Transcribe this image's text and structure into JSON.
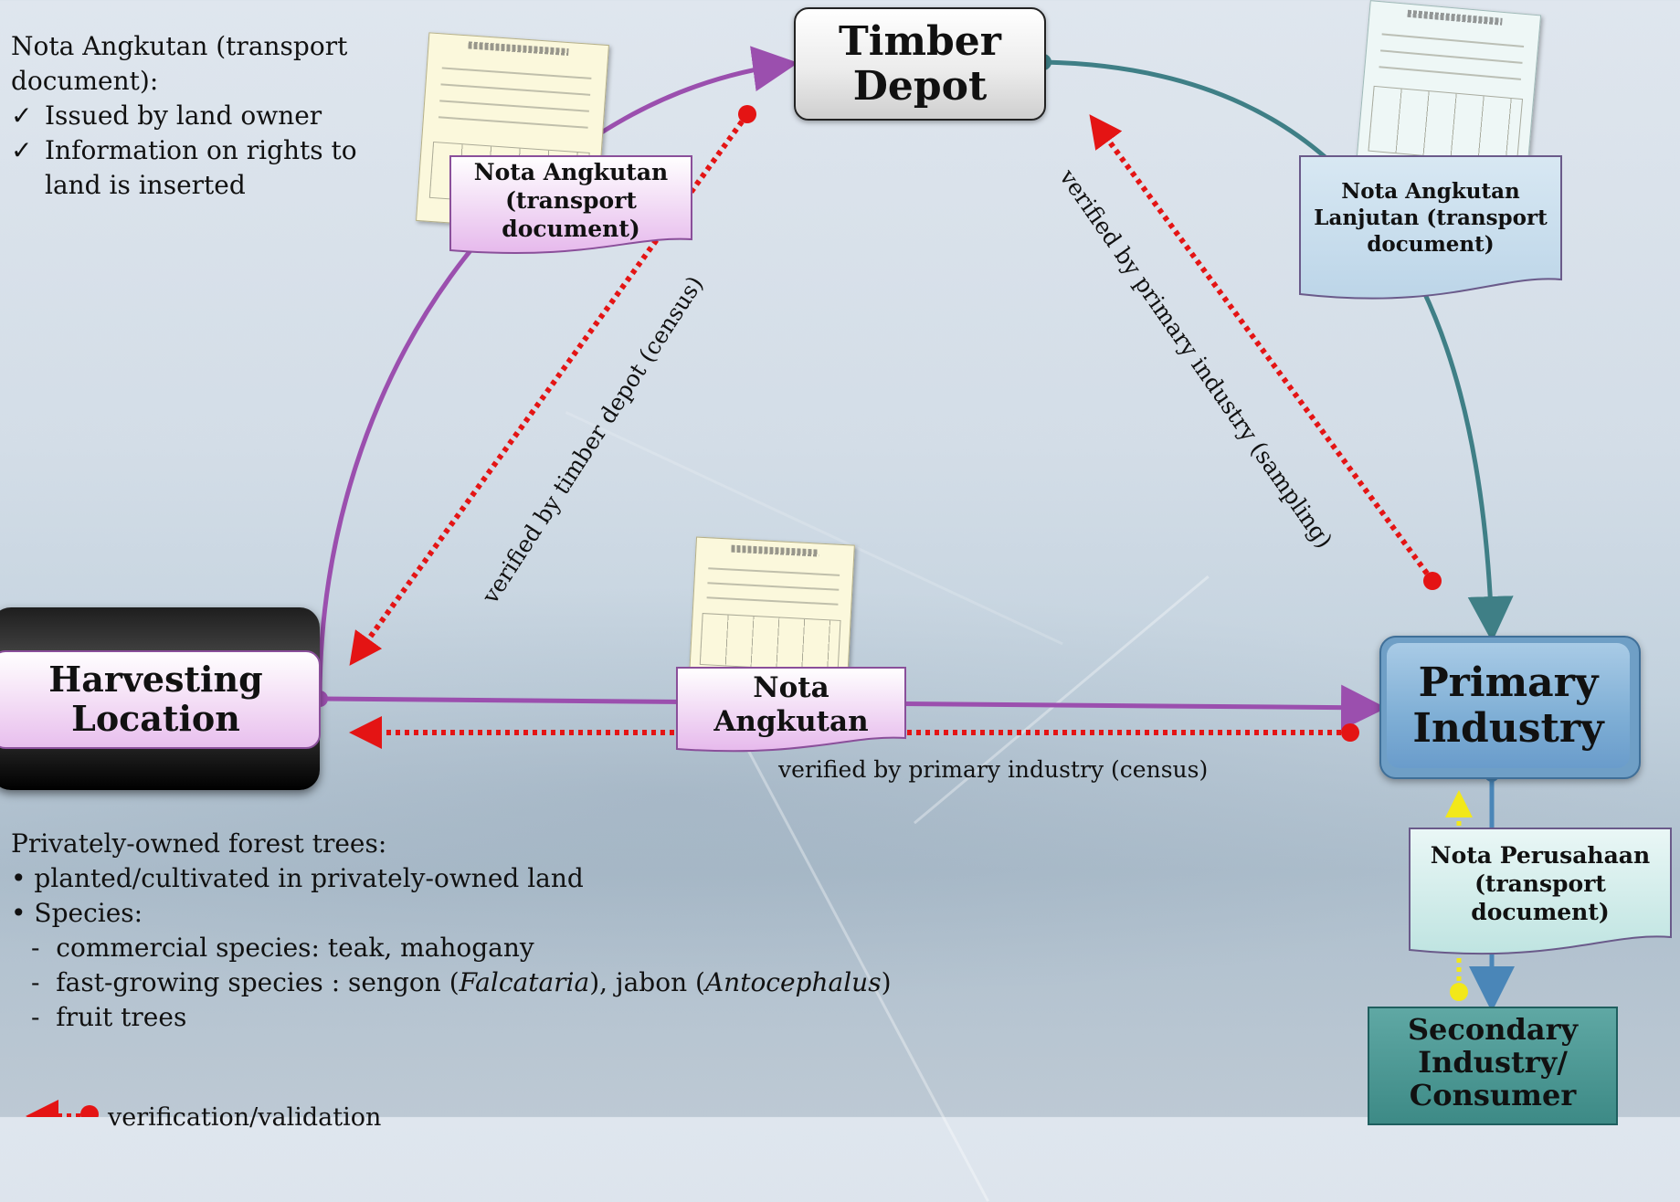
{
  "nodes": {
    "timber_depot": "Timber Depot",
    "harvesting_location": "Harvesting Location",
    "primary_industry": "Primary Industry",
    "secondary_industry": "Secondary Industry/ Consumer"
  },
  "documents": {
    "nota_angkutan_top": "Nota Angkutan (transport document)",
    "nota_angkutan_bottom": "Nota Angkutan",
    "nota_angkutan_lanjutan": "Nota Angkutan Lanjutan (transport document)",
    "nota_perusahaan": "Nota Perusahaan (transport document)"
  },
  "verification_labels": {
    "timber_depot_census": "verified by timber depot (census)",
    "primary_sampling": "verified by primary industry (sampling)",
    "primary_census": "verified by primary industry (census)"
  },
  "top_note": {
    "heading": "Nota Angkutan (transport document):",
    "items": [
      "Issued by land owner",
      "Information on rights to land is inserted"
    ],
    "check": "✓"
  },
  "bottom_note": {
    "heading": "Privately-owned forest trees:",
    "bullet1": "planted/cultivated in privately-owned  land",
    "bullet2": "Species:",
    "sub1": "commercial species: teak, mahogany",
    "sub2_a": "fast-growing species : sengon (",
    "sub2_b": "Falcataria",
    "sub2_c": "), jabon (",
    "sub2_d": "Antocephalus",
    "sub2_e": ")",
    "sub3": "fruit trees",
    "bullet": "•",
    "dash": "-"
  },
  "legend": {
    "label": "verification/validation"
  },
  "colors": {
    "purple": "#9b4fae",
    "teal": "#3f7f86",
    "blue_line": "#4a86b8",
    "red_dotted": "#e41414",
    "yellow_dotted": "#f2e81a"
  }
}
